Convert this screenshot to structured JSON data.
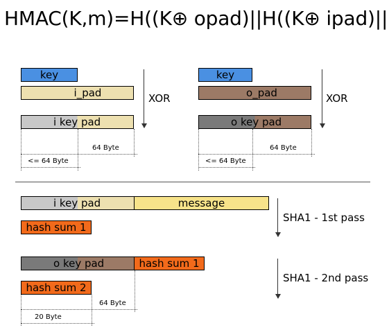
{
  "title": "HMAC(K,m)=H((K⊕ opad)||H((K⊕ ipad)||m))",
  "colors": {
    "key": "#4a90e2",
    "pad": "#ede0b0",
    "message": "#f7e38a",
    "i_key_pad_gray": "#c8c8c8",
    "o_key_pad_gray": "#7a7a7a",
    "o_pad_brown": "#9c7a66",
    "hash_orange": "#f26a1b"
  },
  "inner_panel": {
    "key": "key",
    "pad": "i_pad",
    "op": "XOR",
    "result": "i key pad",
    "size_total": "64 Byte",
    "size_key": "<= 64 Byte"
  },
  "outer_panel": {
    "key": "key",
    "pad": "o_pad",
    "op": "XOR",
    "result": "o key pad",
    "size_total": "64 Byte",
    "size_key": "<= 64 Byte"
  },
  "first_pass": {
    "ikeypad": "i key pad",
    "message": "message",
    "hash": "hash sum 1",
    "label": "SHA1 - 1st pass"
  },
  "second_pass": {
    "okeypad": "o key pad",
    "hash_in": "hash sum 1",
    "hash": "hash sum 2",
    "label": "SHA1 - 2nd pass",
    "size_total": "64 Byte",
    "size_hash": "20 Byte"
  }
}
